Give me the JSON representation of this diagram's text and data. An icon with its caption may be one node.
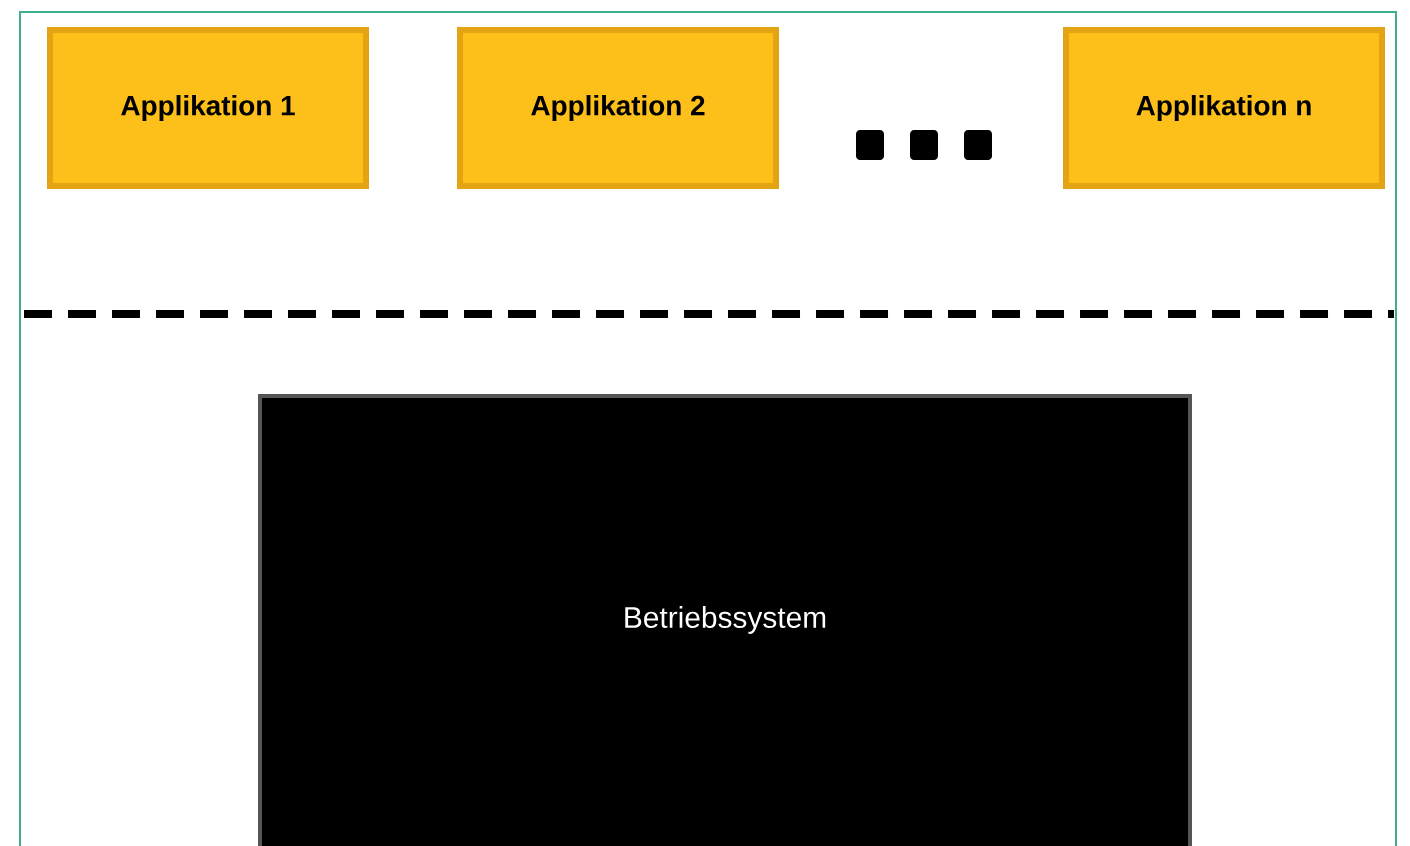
{
  "diagram": {
    "nodes": [
      {
        "text": [
          "Applikation 1"
        ]
      },
      {
        "text": [
          "Applikation 2"
        ]
      },
      {
        "text": [
          "Applikation n"
        ]
      },
      {
        "text": [
          "Betriebssystem"
        ]
      }
    ]
  }
}
